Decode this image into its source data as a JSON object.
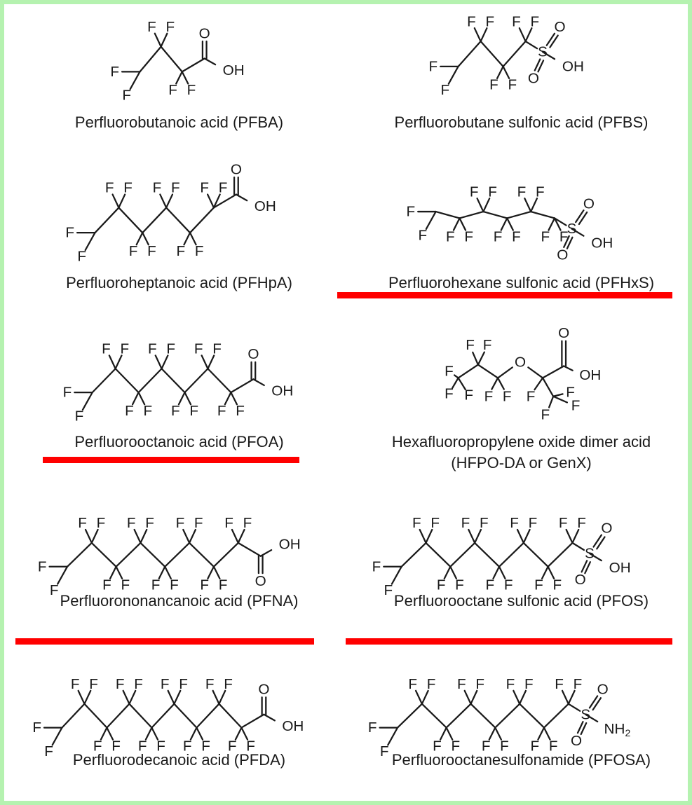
{
  "highlight_color": "#ff0000",
  "frame_color": "#b5f2b0",
  "compounds": [
    {
      "name": "Perfluorobutanoic acid (PFBA)",
      "highlighted": false,
      "structure": {
        "chain": 4,
        "head": "COOH",
        "terminal": "CF3",
        "cf2": 2
      }
    },
    {
      "name": "Perfluorobutane sulfonic acid (PFBS)",
      "highlighted": false,
      "structure": {
        "chain": 4,
        "head": "SO3H",
        "terminal": "CF3",
        "cf2": 3
      }
    },
    {
      "name": "Perfluoroheptanoic acid (PFHpA)",
      "highlighted": false,
      "structure": {
        "chain": 7,
        "head": "COOH",
        "terminal": "CF3",
        "cf2": 5
      }
    },
    {
      "name": "Perfluorohexane sulfonic acid (PFHxS)",
      "highlighted": true,
      "structure": {
        "chain": 6,
        "head": "SO3H",
        "terminal": "CF3",
        "cf2": 5
      }
    },
    {
      "name": "Perfluorooctanoic acid (PFOA)",
      "highlighted": true,
      "structure": {
        "chain": 8,
        "head": "COOH",
        "terminal": "CF3",
        "cf2": 6
      }
    },
    {
      "name": "Hexafluoropropylene oxide dimer acid",
      "name_line2": "(HFPO-DA or GenX)",
      "highlighted": false,
      "structure": {
        "chain": 6,
        "head": "COOH",
        "terminal": "CF3",
        "ether": true
      }
    },
    {
      "name": "Perfluorononancanoic acid (PFNA)",
      "highlighted": true,
      "structure": {
        "chain": 9,
        "head": "COOH",
        "terminal": "CF3",
        "cf2": 7
      }
    },
    {
      "name": "Perfluorooctane sulfonic acid (PFOS)",
      "highlighted": true,
      "structure": {
        "chain": 8,
        "head": "SO3H",
        "terminal": "CF3",
        "cf2": 7
      }
    },
    {
      "name": "Perfluorodecanoic acid (PFDA)",
      "highlighted": false,
      "structure": {
        "chain": 10,
        "head": "COOH",
        "terminal": "CF3",
        "cf2": 8
      }
    },
    {
      "name": "Perfluorooctanesulfonamide (PFOSA)",
      "highlighted": false,
      "structure": {
        "chain": 8,
        "head": "SO2NH2",
        "terminal": "CF3",
        "cf2": 7
      }
    }
  ],
  "atom_labels": {
    "fluorine": "F",
    "oxygen": "O",
    "sulfur": "S",
    "hydroxyl": "OH",
    "amine": "NH",
    "amine_sub": "2"
  }
}
